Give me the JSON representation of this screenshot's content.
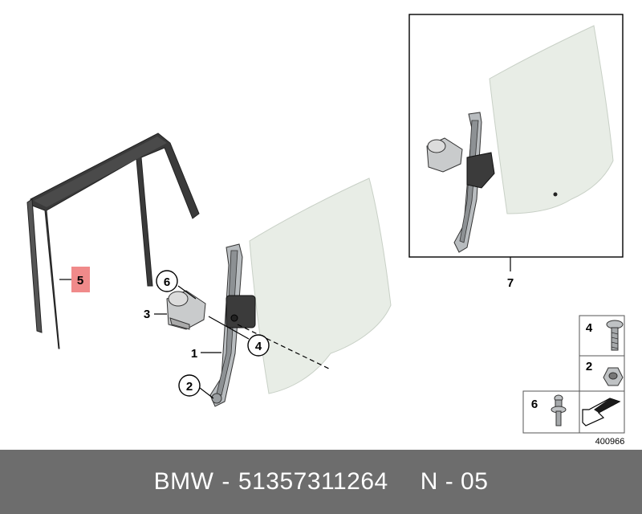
{
  "callouts": {
    "c1": "1",
    "c2": "2",
    "c3": "3",
    "c4": "4",
    "c5": "5",
    "c6": "6",
    "c7": "7"
  },
  "legend": {
    "bolt_label": "4",
    "nut_label": "2",
    "screw_label": "6"
  },
  "drawing_number": "400966",
  "footer": {
    "brand": "BMW",
    "separator": "-",
    "part_number": "51357311264",
    "code": "N - 05"
  },
  "colors": {
    "highlight": "#f08a8a",
    "footer_bg": "#6d6d6d",
    "glass": "#e8ede6"
  }
}
